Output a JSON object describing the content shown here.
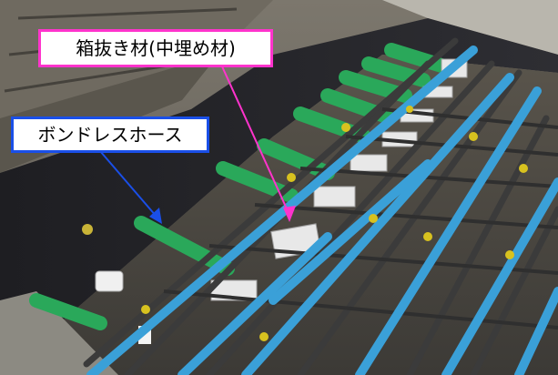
{
  "image": {
    "subject": "rebar cage with blue-coated and black deformed bars inside a black formwork, green hoses passing through the side wall, white block-out pieces tied to the bars",
    "palette": {
      "formwork": "#2a2a2e",
      "blue_rebar": "#3aa0d8",
      "black_rebar": "#3b3b3b",
      "green_hose": "#2aa85a",
      "white_block": "#e8e8e8",
      "concrete": "#8a8578"
    }
  },
  "callouts": [
    {
      "id": "blockout",
      "label": "箱抜き材(中埋め材)",
      "border_color": "#ff33cc",
      "arrow_color": "#ff33cc"
    },
    {
      "id": "hose",
      "label": "ボンドレスホース",
      "border_color": "#1a4fe8",
      "arrow_color": "#1a4fe8"
    }
  ]
}
